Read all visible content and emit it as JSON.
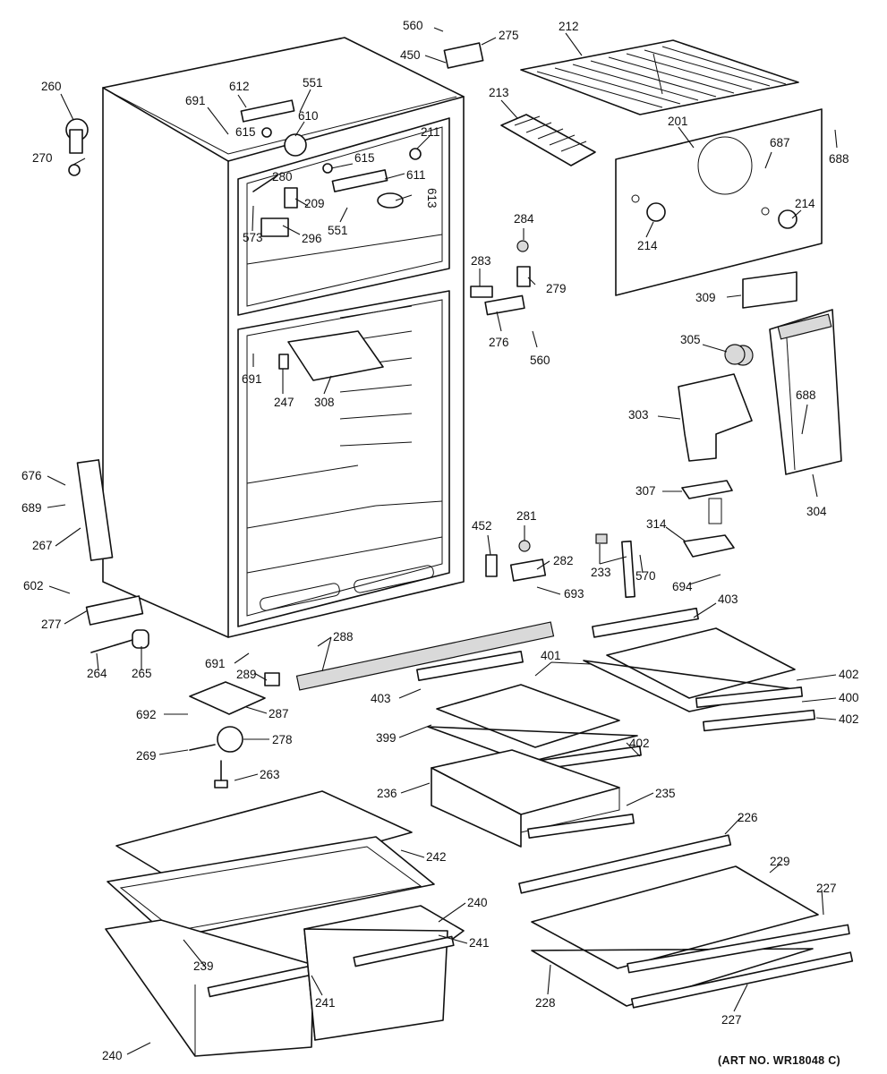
{
  "art_number": "(ART NO. WR18048 C)",
  "labels": {
    "l560a": "560",
    "l275": "275",
    "l212": "212",
    "l450": "450",
    "l260": "260",
    "l612": "612",
    "l551a": "551",
    "l691a": "691",
    "l610": "610",
    "l615a": "615",
    "l211": "211",
    "l213": "213",
    "l201": "201",
    "l687": "687",
    "l688a": "688",
    "l270": "270",
    "l280": "280",
    "l615b": "615",
    "l611": "611",
    "l209": "209",
    "l613": "613",
    "l551b": "551",
    "l573": "573",
    "l296": "296",
    "l284": "284",
    "l214a": "214",
    "l214b": "214",
    "l283": "283",
    "l279": "279",
    "l276": "276",
    "l560b": "560",
    "l309": "309",
    "l305": "305",
    "l691b": "691",
    "l247": "247",
    "l308": "308",
    "l303": "303",
    "l688b": "688",
    "l676": "676",
    "l689": "689",
    "l267": "267",
    "l307": "307",
    "l304": "304",
    "l281": "281",
    "l452": "452",
    "l314": "314",
    "l233": "233",
    "l570": "570",
    "l282": "282",
    "l602": "602",
    "l694": "694",
    "l693": "693",
    "l277": "277",
    "l403a": "403",
    "l264": "264",
    "l265": "265",
    "l288": "288",
    "l691c": "691",
    "l401": "401",
    "l289": "289",
    "l402a": "402",
    "l403b": "403",
    "l400": "400",
    "l402b": "402",
    "l692": "692",
    "l287": "287",
    "l399": "399",
    "l402c": "402",
    "l278": "278",
    "l269": "269",
    "l263": "263",
    "l236": "236",
    "l235": "235",
    "l226": "226",
    "l242": "242",
    "l229": "229",
    "l227a": "227",
    "l240a": "240",
    "l241a": "241",
    "l239": "239",
    "l228": "228",
    "l241b": "241",
    "l227b": "227",
    "l240b": "240"
  }
}
